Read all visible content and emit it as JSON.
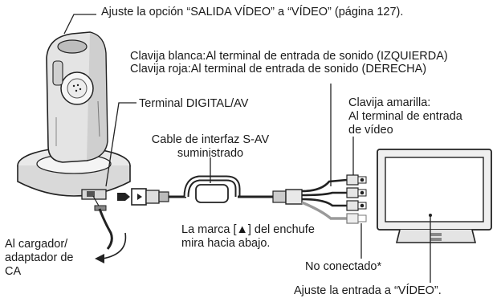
{
  "labels": {
    "video_output": "Ajuste la opción “SALIDA VÍDEO” a “VÍDEO” (página 127).",
    "white_plug_key": "Clavija blanca:",
    "white_plug_value": "Al terminal de entrada de sonido (IZQUIERDA)",
    "red_plug_key": "Clavija roja:",
    "red_plug_value": "Al terminal de entrada de sonido (DERECHA)",
    "digital_av": "Terminal DIGITAL/AV",
    "cable_line1": "Cable de interfaz S-AV",
    "cable_line2": "suministrado",
    "yellow_line1": "Clavija amarilla:",
    "yellow_line2": "Al terminal de entrada",
    "yellow_line3": "de vídeo",
    "mark_line1": "La marca [▲] del enchufe",
    "mark_line2": "mira hacia abajo.",
    "charger_line1": "Al cargador/",
    "charger_line2": "adaptador de",
    "charger_line3": "CA",
    "not_connected": "No conectado*",
    "input_video": "Ajuste la entrada a “VÍDEO”."
  }
}
